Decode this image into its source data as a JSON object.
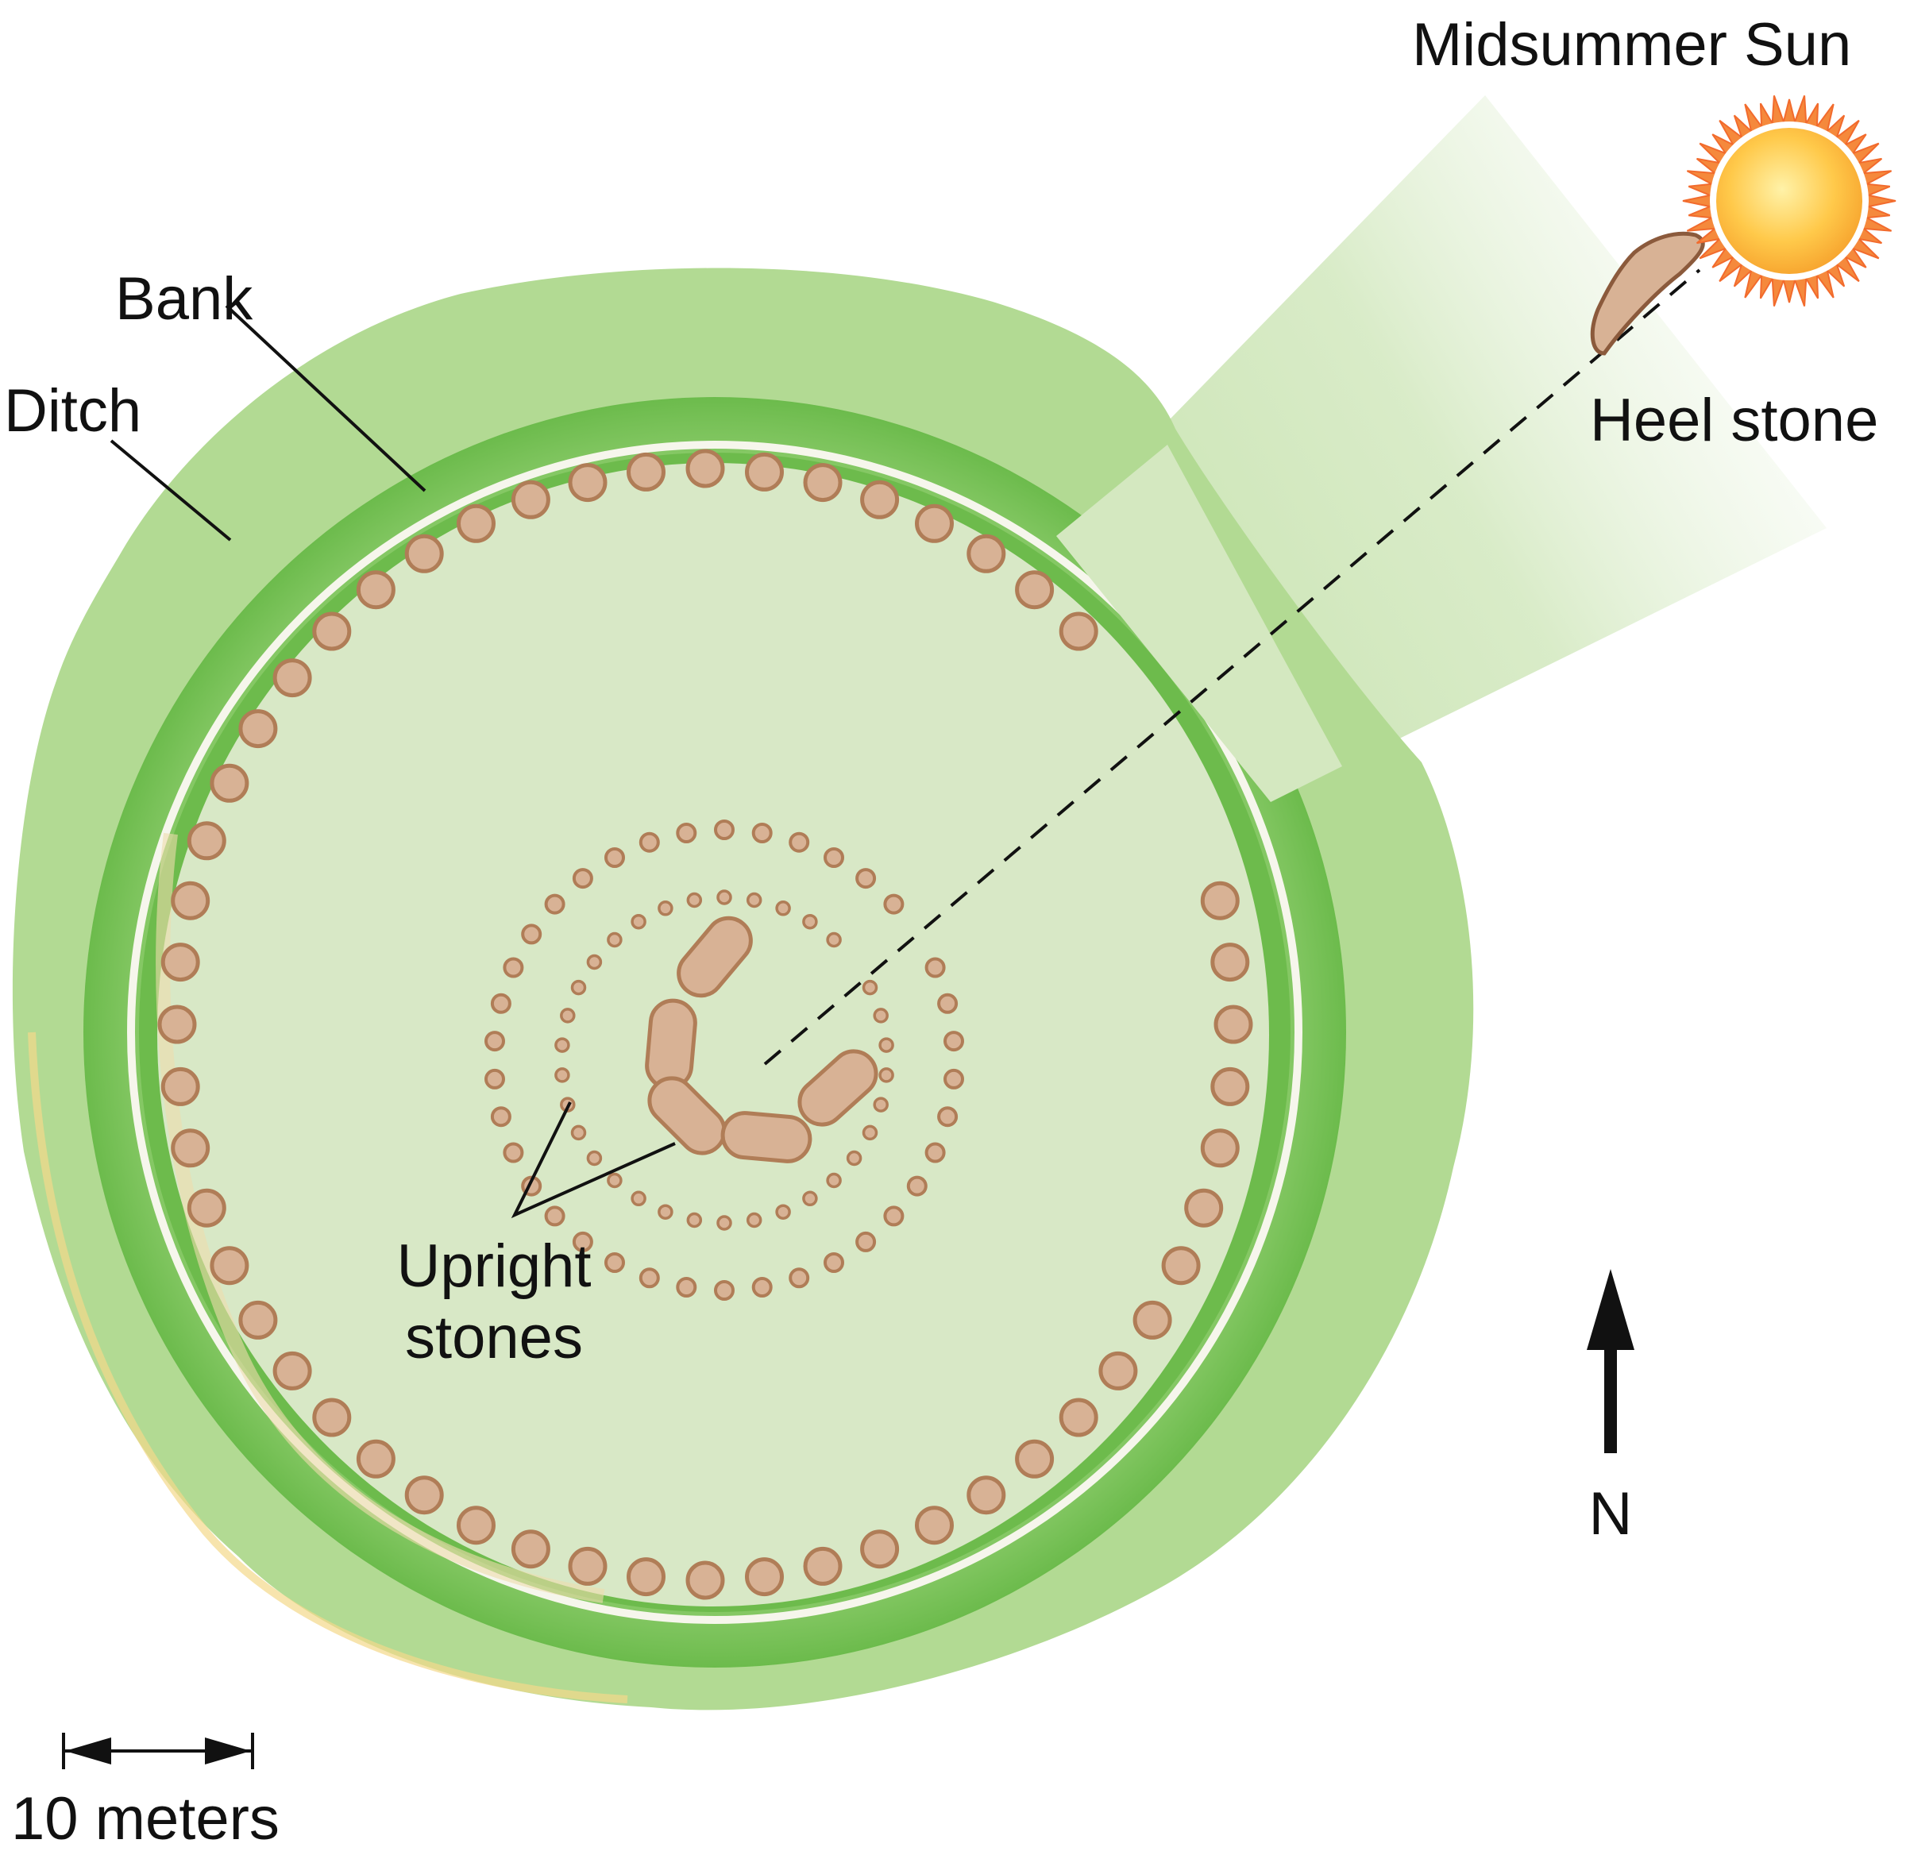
{
  "labels": {
    "sun": "Midsummer Sun",
    "heel_stone": "Heel stone",
    "bank": "Bank",
    "ditch": "Ditch",
    "upright_line1": "Upright",
    "upright_line2": "stones",
    "north": "N",
    "scale": "10 meters"
  },
  "colors": {
    "ditch": "#b2da93",
    "bank": "#7dc45d",
    "interior": "#d8e8c6",
    "stone_fill": "#d8b295",
    "stone_stroke": "#b07d57",
    "sun_core": "#ffd14a",
    "sun_rays": "#f5893c",
    "beam": "#c6e2ad",
    "line": "#111111"
  },
  "icons": {
    "sun": "sun-icon",
    "north": "north-arrow-icon",
    "scale": "scale-bar-icon"
  }
}
